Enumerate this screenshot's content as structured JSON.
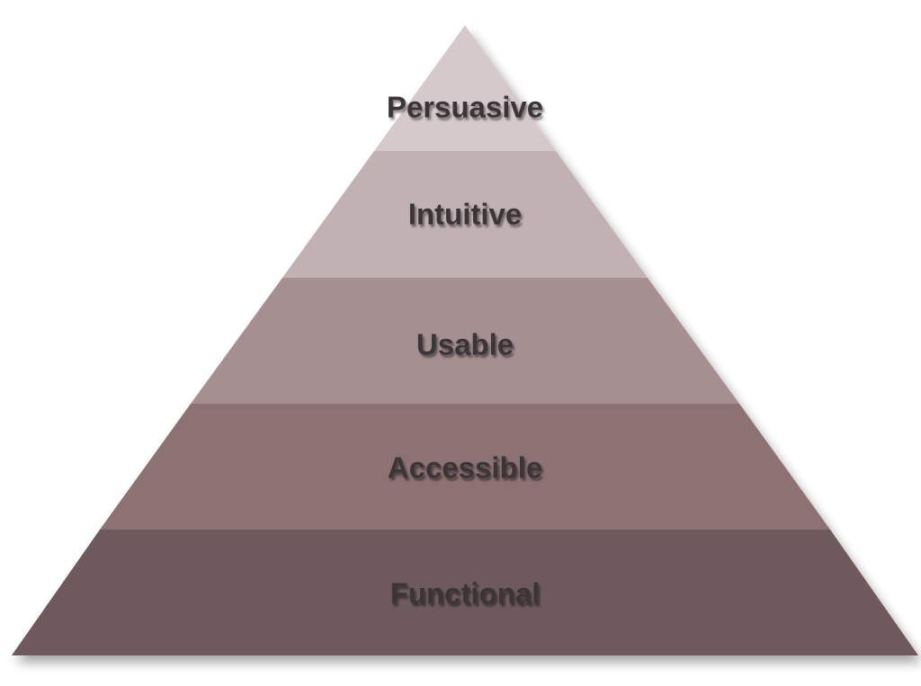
{
  "pyramid": {
    "layers": [
      {
        "label": "Persuasive",
        "color": "#d6c9cb"
      },
      {
        "label": "Intuitive",
        "color": "#c2b1b3"
      },
      {
        "label": "Usable",
        "color": "#a58f91"
      },
      {
        "label": "Accessible",
        "color": "#8d7273"
      },
      {
        "label": "Functional",
        "color": "#6e5a5c"
      }
    ]
  }
}
